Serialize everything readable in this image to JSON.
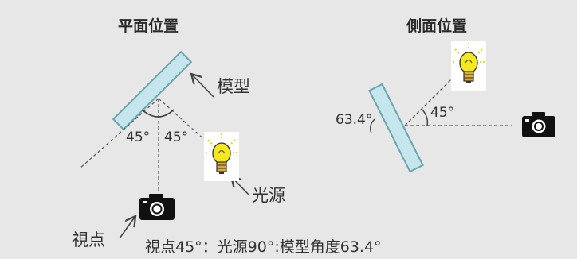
{
  "plan_view": {
    "title": "平面位置",
    "model_label": "模型",
    "light_label": "光源",
    "viewpoint_label": "視点",
    "angle_left": "45°",
    "angle_right": "45°"
  },
  "side_view": {
    "title": "側面位置",
    "angle_tilt": "63.4°",
    "angle_light": "45°"
  },
  "caption": "視点45°：光源90°:模型角度63.4°",
  "colors": {
    "background": "#e7e7e7",
    "model_fill": "#c5e6ec",
    "model_stroke": "#6aa5b1",
    "bulb_glow": "#f5e81e",
    "bulb_base": "#d9a93c",
    "camera": "#111111",
    "line": "#555555"
  },
  "icons": [
    "light-bulb-icon",
    "camera-icon",
    "arrow-icon"
  ]
}
